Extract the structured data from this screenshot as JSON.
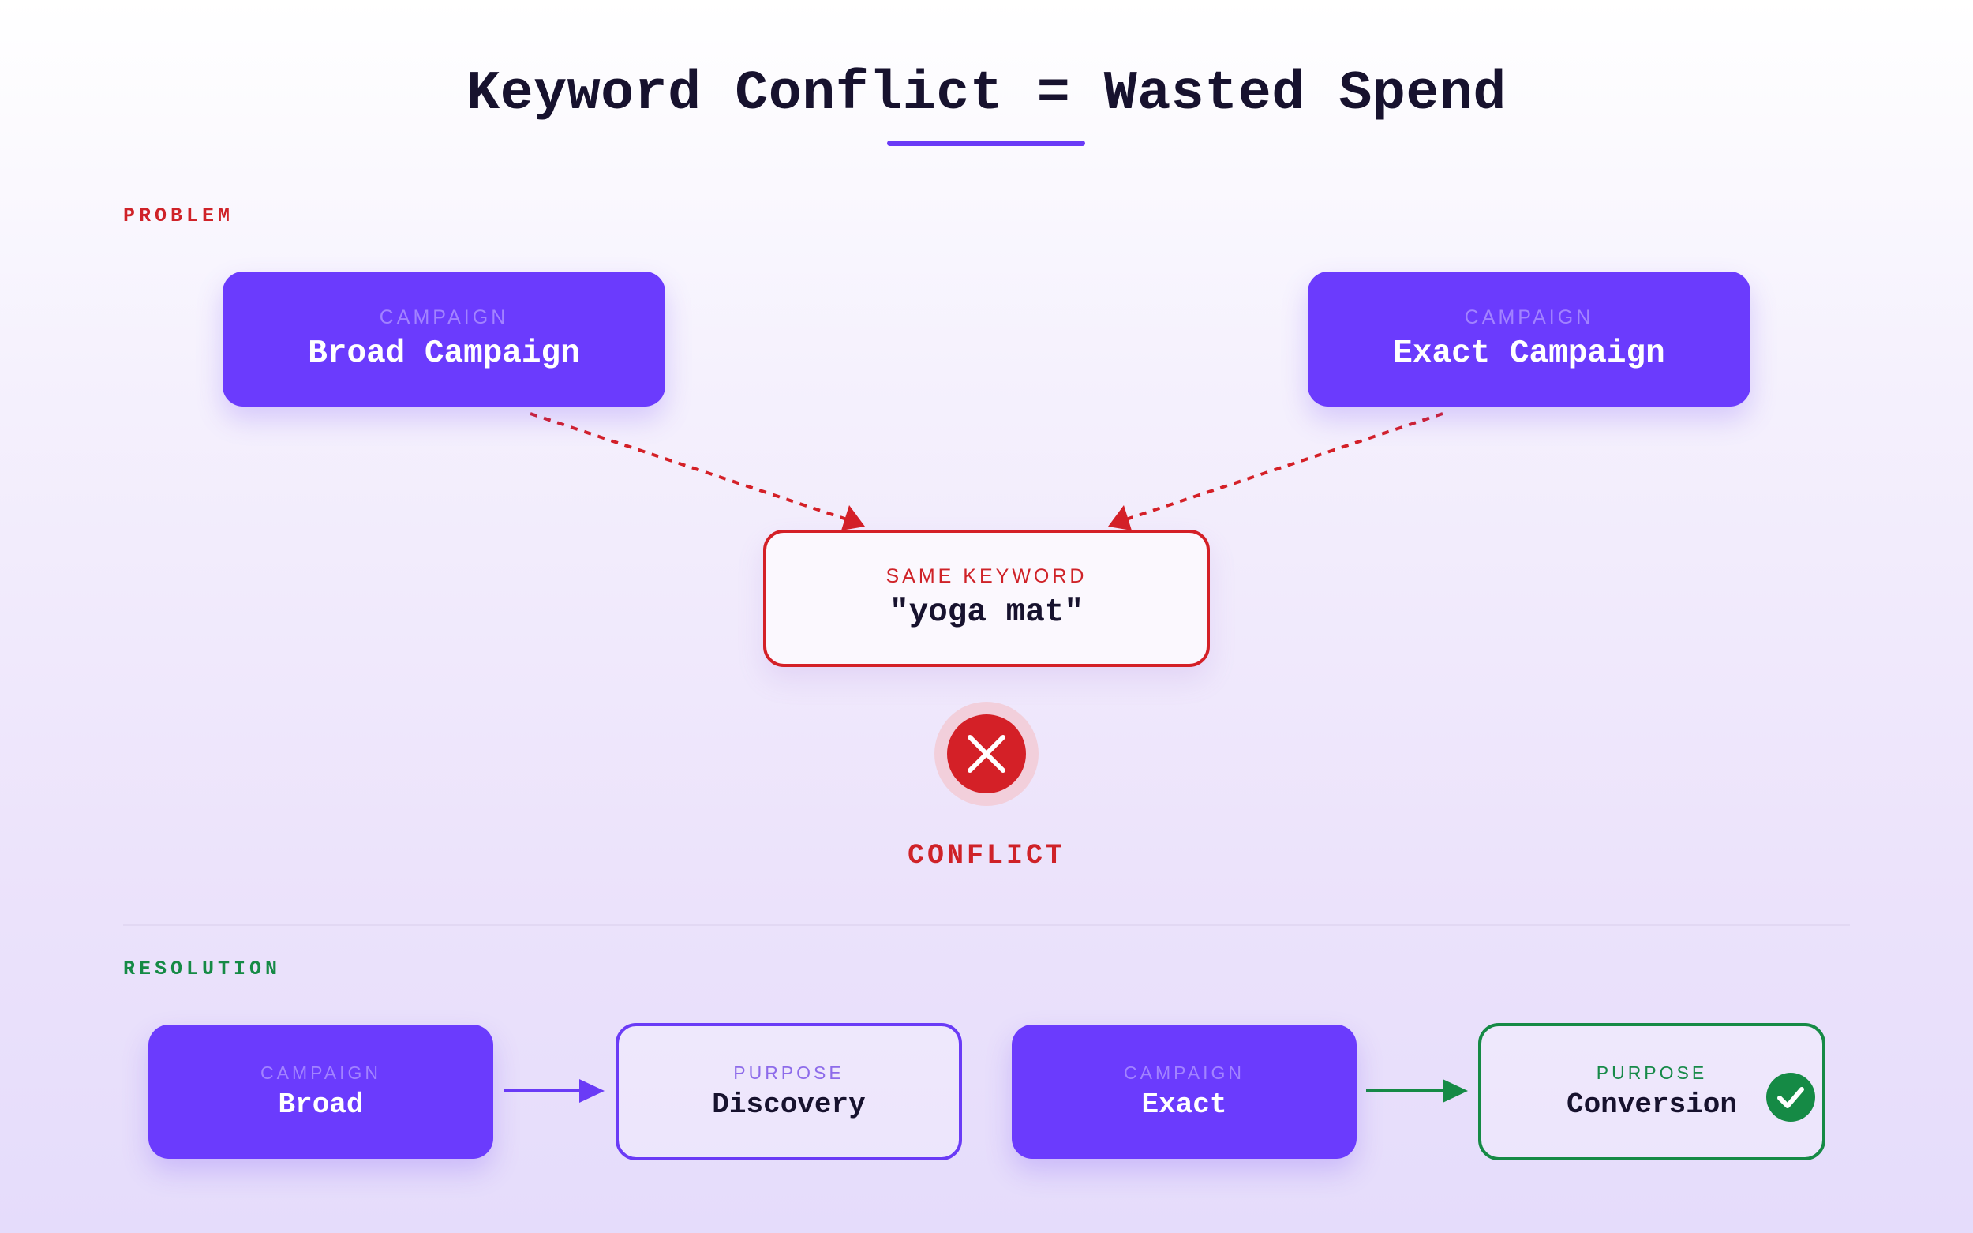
{
  "title": "Keyword Conflict = Wasted Spend",
  "problem": {
    "section_label": "PROBLEM",
    "campaign_left": {
      "kind": "CAMPAIGN",
      "name": "Broad Campaign"
    },
    "campaign_right": {
      "kind": "CAMPAIGN",
      "name": "Exact Campaign"
    },
    "keyword": {
      "kind": "SAME KEYWORD",
      "name": "\"yoga mat\""
    },
    "conflict_label": "CONFLICT",
    "conflict_icon": "x-icon"
  },
  "resolution": {
    "section_label": "RESOLUTION",
    "flows": [
      {
        "campaign": {
          "kind": "CAMPAIGN",
          "name": "Broad"
        },
        "purpose": {
          "kind": "PURPOSE",
          "name": "Discovery"
        }
      },
      {
        "campaign": {
          "kind": "CAMPAIGN",
          "name": "Exact"
        },
        "purpose": {
          "kind": "PURPOSE",
          "name": "Conversion"
        },
        "status_icon": "check-icon"
      }
    ]
  },
  "colors": {
    "accent": "#6B3BFD",
    "problem": "#D42027",
    "resolution": "#158A45",
    "text": "#17122E"
  }
}
